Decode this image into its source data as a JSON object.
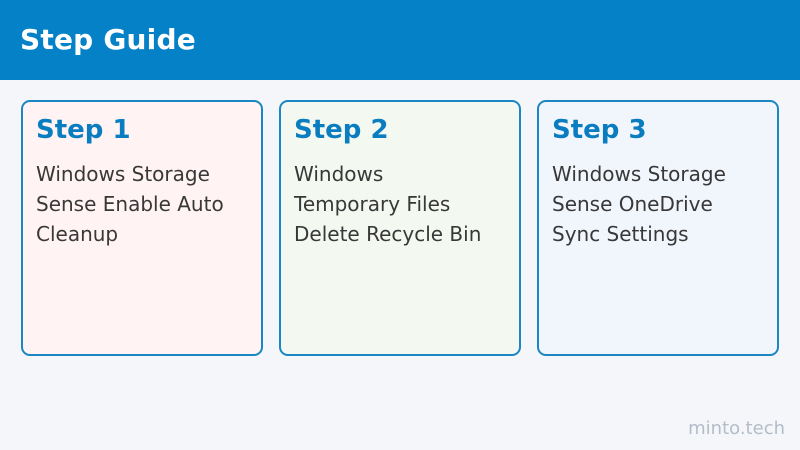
{
  "header": {
    "title": "Step Guide"
  },
  "steps": [
    {
      "heading": "Step 1",
      "lines": [
        "Windows Storage",
        "Sense Enable Auto",
        "Cleanup"
      ]
    },
    {
      "heading": "Step 2",
      "lines": [
        "Windows",
        "Temporary Files",
        "Delete Recycle Bin"
      ]
    },
    {
      "heading": "Step 3",
      "lines": [
        "Windows Storage",
        "Sense OneDrive",
        "Sync Settings"
      ]
    }
  ],
  "footer": {
    "brand": "minto.tech"
  },
  "colors": {
    "header_bg": "#0582c7",
    "accent": "#0a7cc0",
    "card_border": "#1a86c4",
    "step1_bg": "#fff3f3",
    "step2_bg": "#f3f9f1",
    "step3_bg": "#f1f5fc"
  }
}
